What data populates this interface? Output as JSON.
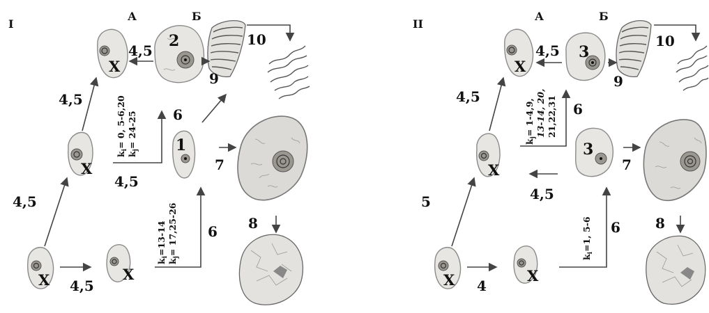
{
  "panels": [
    {
      "roman": "I",
      "col_a": "А",
      "col_b": "Б",
      "cells": {
        "topA": "Х",
        "midA": "Х",
        "botA1": "Х",
        "botA2": "Х",
        "topB": "2",
        "midB": "1"
      },
      "labels": {
        "bot_h": "4,5",
        "bot_v": "4,5",
        "mid_v": "4,5",
        "top_h": "4,5",
        "mid_h": "4,5",
        "six_top": "6",
        "six_bot": "6",
        "seven": "7",
        "eight": "8",
        "nine": "9",
        "ten": "10"
      },
      "k_top": [
        "k",
        "i",
        "= 0, 5-6,20",
        "k",
        "j",
        "= 24-25"
      ],
      "k_bot": [
        "k",
        "i",
        "=13-14",
        "k",
        "j",
        "= 17,25-26"
      ]
    },
    {
      "roman": "II",
      "col_a": "А",
      "col_b": "Б",
      "cells": {
        "topA": "Х",
        "midA": "Х",
        "botA1": "Х",
        "botA2": "Х",
        "topB": "3",
        "midB": "3"
      },
      "labels": {
        "bot_h": "4",
        "bot_v": "5",
        "mid_v": "4,5",
        "top_h": "4,5",
        "mid_h": "4,5",
        "six_top": "6",
        "six_bot": "6",
        "seven": "7",
        "eight": "8",
        "nine": "9",
        "ten": "10"
      },
      "k_top": [
        "k",
        "j",
        "= 1-4,9,",
        "13-14, 20,",
        "21,22,31"
      ],
      "k_bot": [
        "k",
        "i",
        "=1, 5-6"
      ]
    }
  ]
}
